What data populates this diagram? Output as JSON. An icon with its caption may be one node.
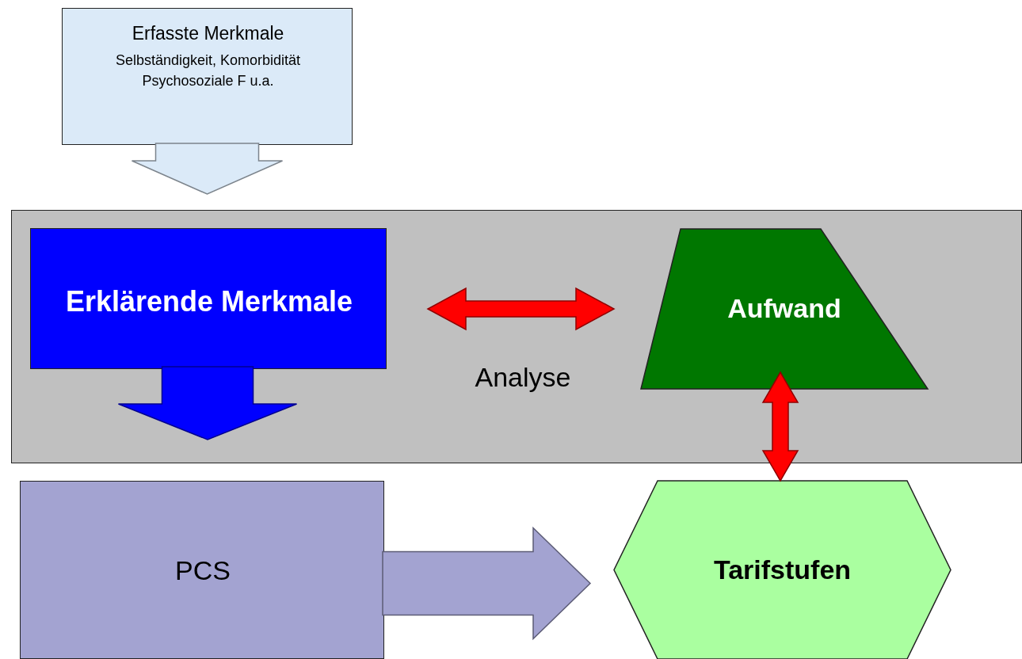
{
  "diagram": {
    "nodes": [
      {
        "text": [
          "Erfasste Merkmale",
          "Selbständigkeit, Komorbidität Psychosoziale F u.a."
        ]
      },
      {
        "text": [],
        "shape": "box"
      },
      {
        "text": [
          "Erklärende Merkmale"
        ],
        "in": 1
      },
      {
        "text": [
          "Aufwand"
        ],
        "in": 1
      },
      {
        "text": [
          "PCS"
        ]
      },
      {
        "text": [
          "Tarifstufen"
        ]
      }
    ],
    "edges": [
      {
        "from": 0,
        "to": 1,
        "arrow": "to",
        "color": "#dbeaf8"
      },
      {
        "from": 2,
        "to": 3,
        "arrow": "both",
        "label": "Analyse",
        "color": "#ff0000"
      },
      {
        "from": 2,
        "to": 4,
        "arrow": "to",
        "color": "#0000ff"
      },
      {
        "from": 3,
        "to": 5,
        "arrow": "both",
        "color": "#ff0000"
      },
      {
        "from": 4,
        "to": 5,
        "arrow": "to",
        "color": "#a3a3d1"
      }
    ]
  }
}
